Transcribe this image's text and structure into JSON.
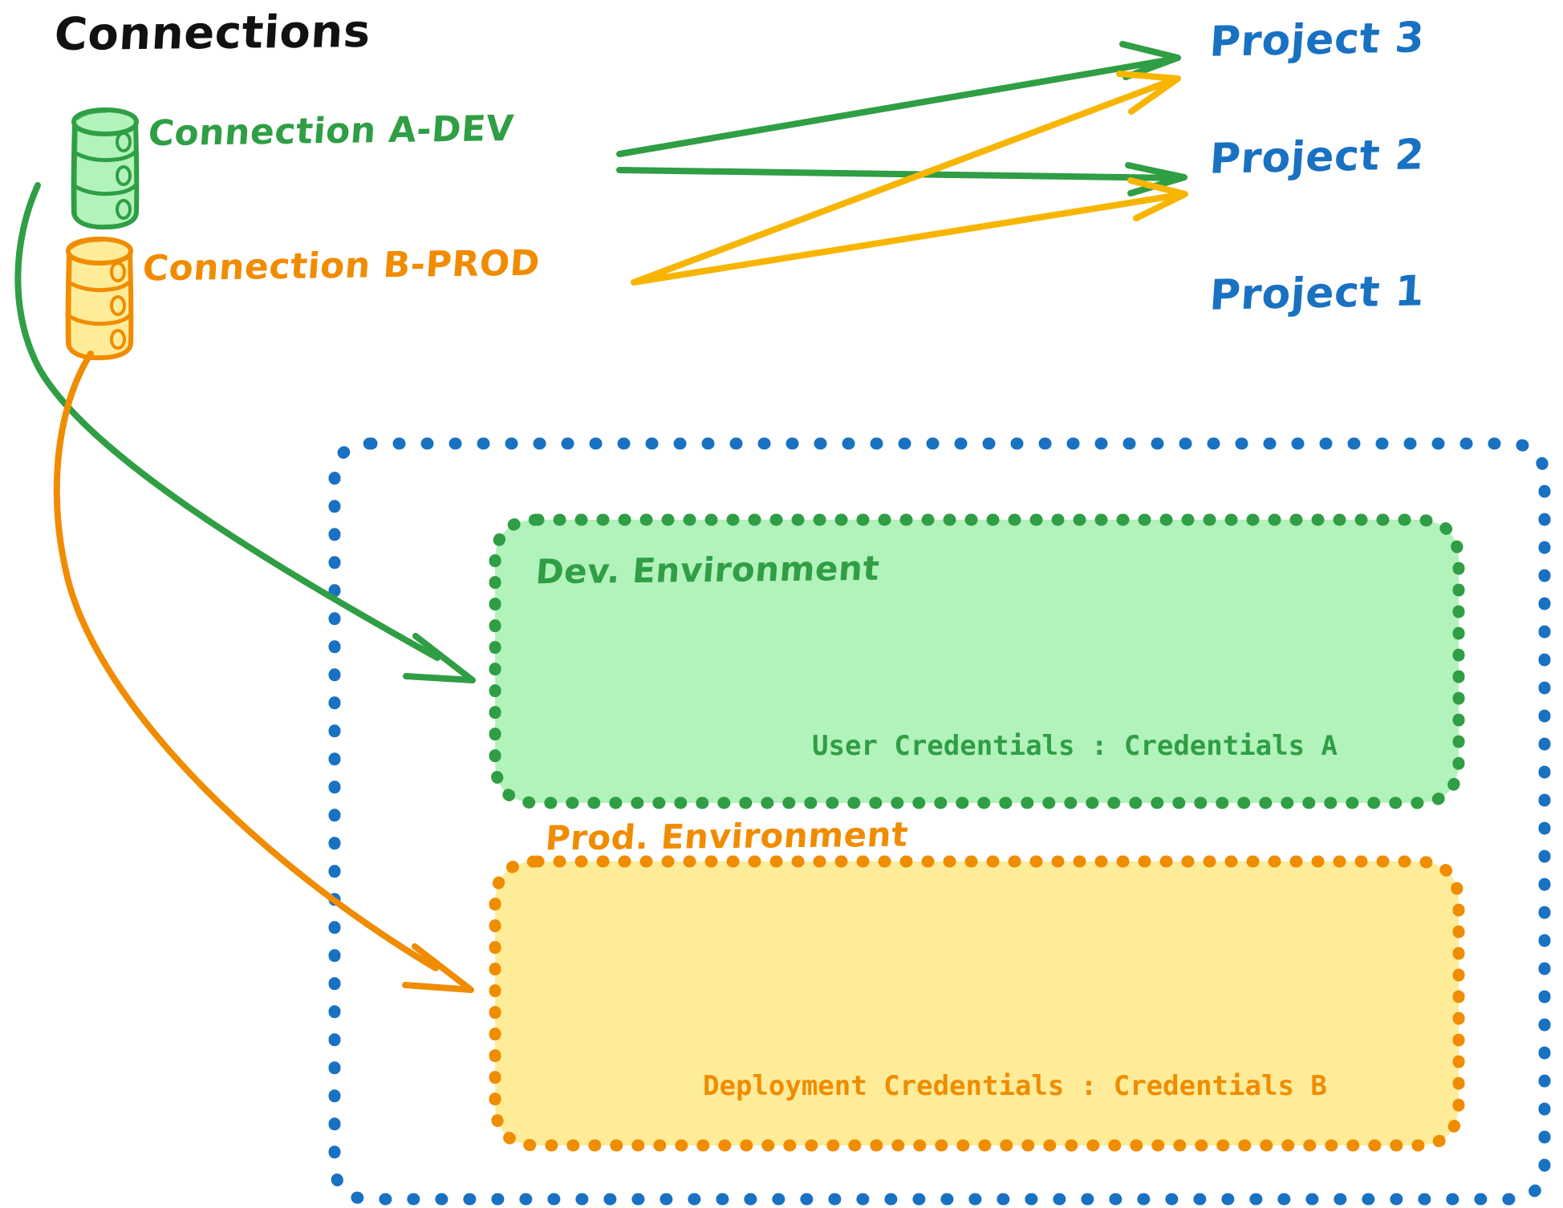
{
  "diagram": {
    "title": "Connections",
    "colors": {
      "green": "#2f9e44",
      "green_fill": "#b2f2bb",
      "orange": "#f08c00",
      "orange_fill": "#ffec99",
      "blue": "#1971c2",
      "black": "#111111",
      "background": "#ffffff"
    },
    "connections": [
      {
        "id": "a-dev",
        "label": "Connection A-DEV",
        "color": "#2f9e44",
        "icon": "database-cylinder-icon"
      },
      {
        "id": "b-prod",
        "label": "Connection B-PROD",
        "color": "#f08c00",
        "icon": "database-cylinder-icon"
      }
    ],
    "projects": [
      {
        "id": "project-3",
        "label": "Project 3"
      },
      {
        "id": "project-2",
        "label": "Project 2"
      },
      {
        "id": "project-1",
        "label": "Project 1"
      }
    ],
    "environments": [
      {
        "id": "dev",
        "title": "Dev. Environment",
        "credential_label": "User Credentials",
        "credential_separator": ":",
        "credential_value": "Credentials A",
        "credential_text": "User Credentials : Credentials A",
        "color": "#2f9e44",
        "fill": "#b2f2bb"
      },
      {
        "id": "prod",
        "title": "Prod. Environment",
        "credential_label": "Deployment Credentials",
        "credential_separator": ":",
        "credential_value": "Credentials B",
        "credential_text": "Deployment Credentials : Credentials B",
        "color": "#f08c00",
        "fill": "#ffec99"
      }
    ],
    "edges": [
      {
        "id": "a-dev-to-project-3",
        "from": "Connection A-DEV",
        "to": "Project 3",
        "color": "#2f9e44"
      },
      {
        "id": "a-dev-to-project-2",
        "from": "Connection A-DEV",
        "to": "Project 2",
        "color": "#2f9e44"
      },
      {
        "id": "a-dev-to-dev-environment",
        "from": "Connection A-DEV",
        "to": "Dev. Environment",
        "color": "#2f9e44"
      },
      {
        "id": "b-prod-to-project-3",
        "from": "Connection B-PROD",
        "to": "Project 3",
        "color": "#f08c00"
      },
      {
        "id": "b-prod-to-project-2",
        "from": "Connection B-PROD",
        "to": "Project 2",
        "color": "#f08c00"
      },
      {
        "id": "b-prod-to-prod-environment",
        "from": "Connection B-PROD",
        "to": "Prod. Environment",
        "color": "#f08c00"
      }
    ]
  }
}
